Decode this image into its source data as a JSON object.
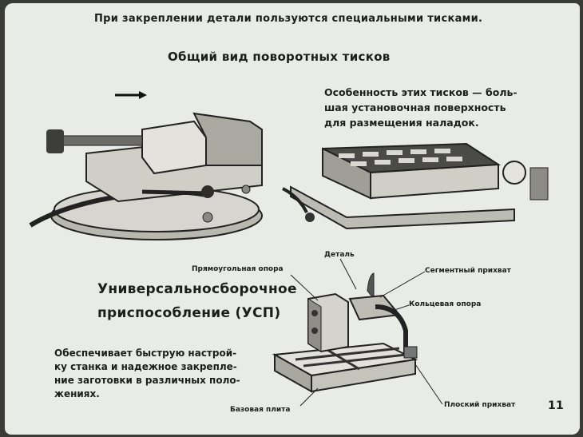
{
  "slide": {
    "header_note": "При закреплении детали пользуются специальными тисками.",
    "vise_title": "Общий вид поворотных тисков",
    "feature_text": [
      "Особенность этих тисков — боль-",
      "шая   установочная  поверхность",
      "для размещения наладок."
    ],
    "usp_title_line1": "Универсальносборочное",
    "usp_title_line2": "приспособление (УСП)",
    "usp_description": [
      "Обеспечивает быструю настрой-",
      "ку станка и надежное закрепле-",
      "ние заготовки в различных поло-",
      "жениях."
    ],
    "labels": {
      "rect_support": "Прямоугольная опора",
      "detail": "Деталь",
      "segment_clamp": "Сегментный прихват",
      "ring_support": "Кольцевая опора",
      "flat_clamp": "Плоский прихват",
      "base_plate": "Базовая плита"
    },
    "page_number": "11"
  }
}
